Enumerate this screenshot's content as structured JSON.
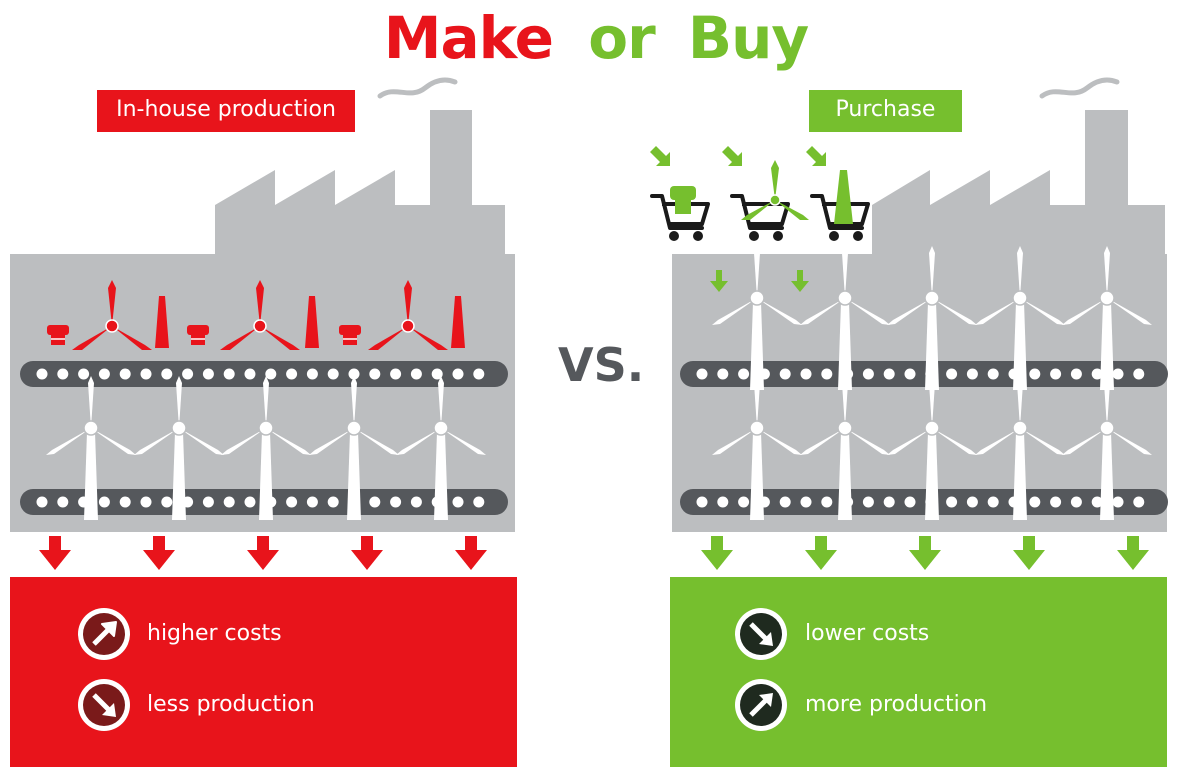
{
  "title": {
    "make": "Make",
    "or": "or",
    "buy": "Buy"
  },
  "left": {
    "label": "In-house production",
    "results": [
      "higher costs",
      "less production"
    ]
  },
  "right": {
    "label": "Purchase",
    "results": [
      "lower costs",
      "more production"
    ]
  },
  "vs": "VS.",
  "colors": {
    "red": "#e8141b",
    "green": "#76bf2e",
    "factory_gray": "#bcbec0",
    "belt": "#55585c",
    "dark_icon": "#1f2a1f",
    "red_icon": "#7a1a1a"
  }
}
